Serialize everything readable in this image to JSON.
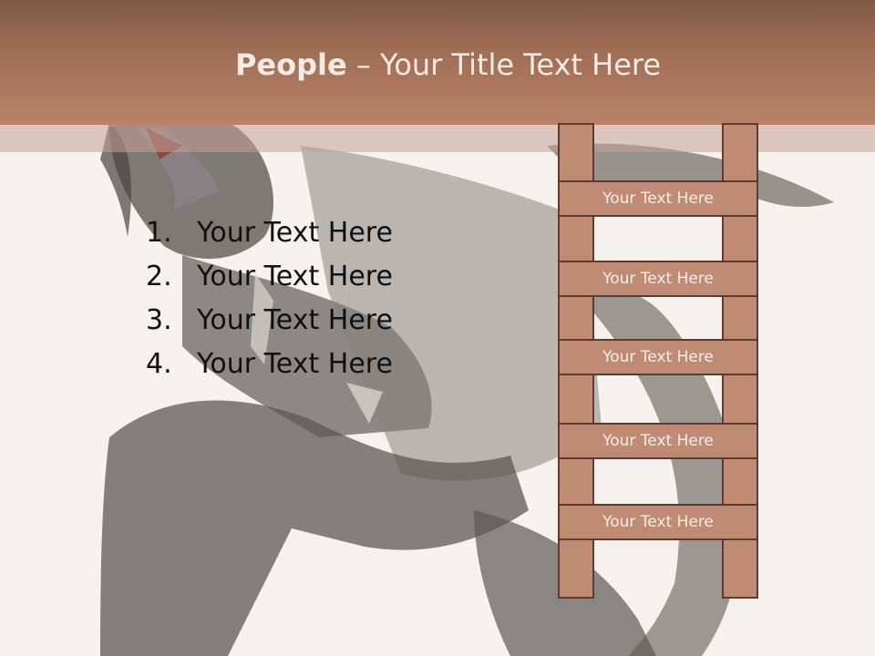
{
  "slide": {
    "title_bold": "People",
    "title_rest": " – Your Title Text Here"
  },
  "list_items": [
    {
      "num": "1.",
      "text": "Your Text Here"
    },
    {
      "num": "2.",
      "text": "Your Text Here"
    },
    {
      "num": "3.",
      "text": "Your Text Here"
    },
    {
      "num": "4.",
      "text": "Your Text Here"
    }
  ],
  "ladder_rungs": [
    "Your Text Here",
    "Your Text Here",
    "Your Text Here",
    "Your Text Here",
    "Your Text Here"
  ],
  "colors": {
    "header_band": "#a06d55",
    "ladder_fill": "#c08b74",
    "ladder_outline": "#5e3b2e",
    "background": "#f4f1ee"
  },
  "icons": [
    "character-silhouette-illustration"
  ]
}
